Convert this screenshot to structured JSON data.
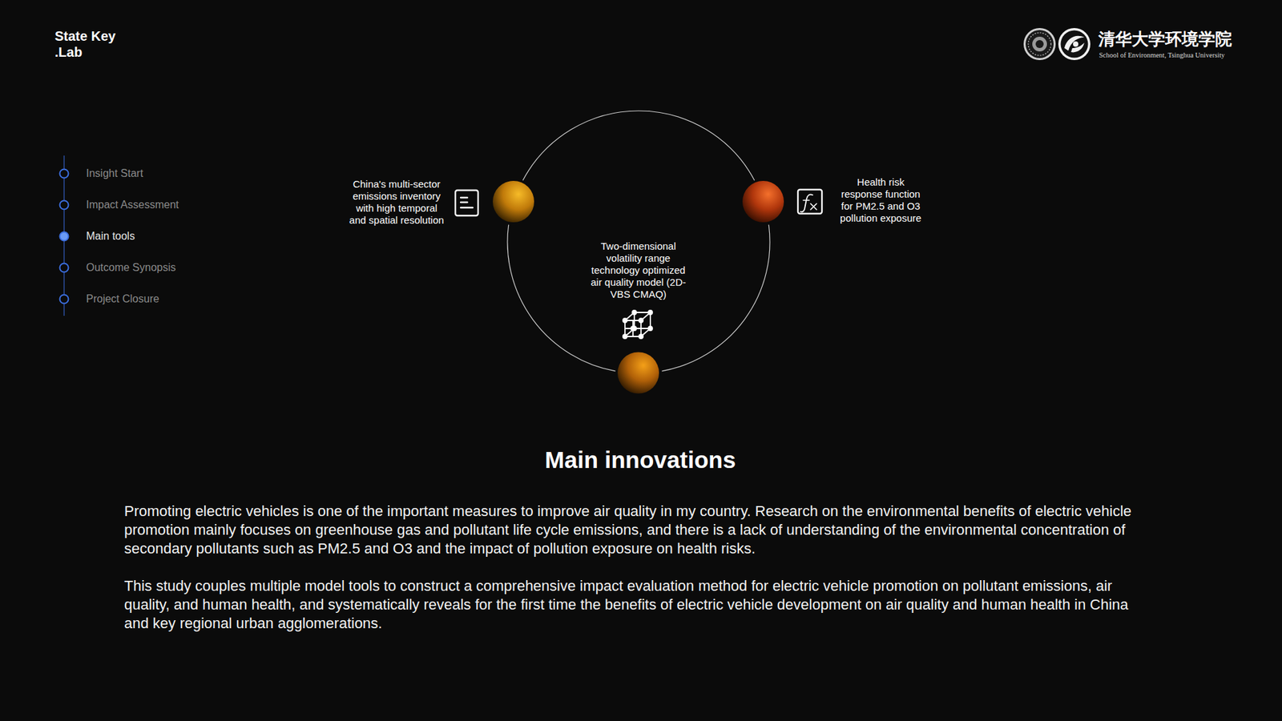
{
  "diagram": {
    "title": "Main innovations",
    "nodes": [
      {
        "text": [
          "Two-dimensional volatility range technology optimized air quality model (2D-VBS CMAQ)"
        ]
      }
    ],
    "labels": [
      "State Key .Lab",
      "清华大学环境学院",
      "School of Environment, Tsinghua University",
      "Insight Start",
      "Impact Assessment",
      "Main tools",
      "Outcome Synopsis",
      "Project Closure",
      "China's multi-sector emissions inventory with high temporal and spatial resolution",
      "Health risk response function for PM2.5 and O3 pollution exposure",
      "Promoting electric vehicles is one of the important measures to improve air quality in my country. Research on the environmental benefits of electric vehicle promotion mainly focuses on greenhouse gas and pollutant life cycle emissions, and there is a lack of understanding of the environmental concentration of secondary pollutants such as PM2.5 and O3 and the impact of pollution exposure on health risks.",
      "This study couples multiple model tools to construct a comprehensive impact evaluation method for electric vehicle promotion on pollutant emissions, air quality, and human health, and systematically reveals for the first time the benefits of electric vehicle development on air quality and human health in China and key regional urban agglomerations."
    ]
  }
}
